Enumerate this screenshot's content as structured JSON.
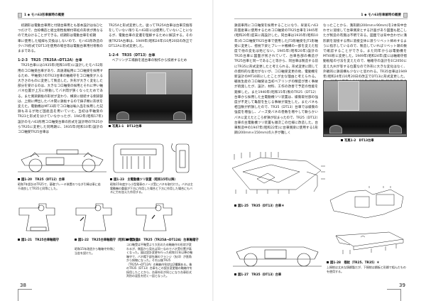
{
  "spread": {
    "left_page": {
      "header": {
        "chapter": "1 ◆ モハ63形車解時の概要"
      },
      "page_number": "38",
      "col1": {
        "paragraphs": [
          "初期形は電動台車用と付随台車用とも基本設計は似ひとつだけで、台枠構造と組立剛性板類付帯処の形状が異なるので見分けることができる。初期形は電動台車を初期"
        ],
        "cont_lines": "車に使用した経緯も交換はしないので、モハ63形改造のクハ79形式でDT13を使用の場合等は電動台車用付帯製のままである。",
        "section_heading": "1-2-3　TR25（TR25A→DT12A）台車",
        "section_text": "TR25台車には1935年(昭和10年)に設計したモハ52形用のコロ軸受台車があり、高速運転用にコロ軸受を採用するため、平軸受けのTR23台車の軸箱守をコロ軸受が入る大きさのものに変更して製造した。外形が大きく変化した部分を受けるのは、大きなコロ軸受の採用とそれに伴い軸バネ位置が上方に移動してバネ間が狭くなったためである。また側梁鋼板の形状が変わり、横梁に接続する側梁部は、上側に押出したバネ間に鉄板するので鋳子類に形状を変えた。電動機はMT33形でコロ軸は輸入品を採用した記録もあるが殆ど国産品を用いていた。当初は平軸受のTR23と形式を分けていなかったが、1942年(昭和17年)設計のモハ63形用コロ軸受台車の形式を設計時のTR25からTR35に変更した同時期に、1935年(昭和10年)設計のコロ軸受TR25台車は"
      },
      "col2": {
        "text": "TR25Aと形式変更した。従ってTR25A台車は台車交換等をしていない限りモハ63形には使用していないことになるが、電動台車の変遷を理解するために解説する。その後TR25A台車は、1949年(昭和24年)10月20日の改正でDT12Aに形式変更した。",
        "section_heading": "1-2-4　TR35（DT13）台車",
        "section_text": "ベアリング工場群を進台車の製作から技術するため"
      },
      "photo_caption": "写真1-1　DT12台車",
      "figures": [
        {
          "id": "fig-1-20",
          "caption": "図1-20　TR25（DT12）台車",
          "desc": "昭和7年設計のTR25で、基礎ブレーキ装置のつなぎ引棒は車に若干改良してTR35と同等にした。"
        },
        {
          "id": "fig-1-23",
          "caption": "図1-23　主電動機ツリ装置（昭和15年以降）",
          "desc": "昭和15年度から小型電車のノーズ受にバネを取付けた。バネは主電動機の重量が下方に作用した場合と下方に作用した場合にもバネに力を加えた作用する。"
        },
        {
          "id": "fig-1-21",
          "caption": "図1-21　TR25台車軸箱守",
          "desc": ""
        },
        {
          "id": "fig-1-22",
          "caption": "図1-22　TR25台車軸箱守（昭和10年改造）",
          "desc": "昭和15年改造から軸箱守外側に当金を設けた。"
        },
        {
          "id": "fig-1-24",
          "caption": "図1-24　TR25（TR25A→DT12A）台車軸箱守",
          "desc": "コロ軸受は平軸受より大形のため軸箱守の形状が変わるが、側面から見れば同一なのでバネ受位置が高くなった。図は設計変更を行った昭和11年以降の軸箱守で、バネ帽下部先端のフランジ（矢印）が直角から斜線になった。それ以後TR25（TR25A→DT12A）の軸箱守形状は2種類ある。後のTR35（DT13）台車もこの設計変更後の軸箱守を採用したことから、台車外形が同じになり台車形式判別の混乱を招く一因となった。"
        }
      ]
    },
    "right_page": {
      "header": {
        "chapter": "1 ◆ モハ63形車解時の概要"
      },
      "page_number": "39",
      "col1": {
        "text": "鉄道車両にコロ軸受を採用することになり、早速モハ63形量産車に使用するためコロ軸受のTR25台車を1945年(昭和20年)度末に再設計した。同台車は1935年(昭和10年)のコロ軸受TR25台車で使用したJT3形軸受をJT1形軸受に変更し、揺枕下梁とブレーキ機構の一部を変えた程度で他の変化は殆どない。1945年(昭和20年)設計のTR35台車に図面が残されていて、台車各部の構造がTR25台車と同一であること等から、同台車は製造する前にTR35に形式変更したと考えられる。形式変更に関しての資料的な裏付がないが、コロ軸受変更の他、電動機を新設計のMT30形にしたことが主な理由と考えられる。戦後生産のコロ軸受は当初ベアリングの精度が悪く事故が続発したが、設計、材料、工作の改善で予定の性能を発揮した。また1940年(昭和15年)製のTR25（DT12）台車から採用した主電動機ツリ装置は、緩衝取付部の強度が不足して亀裂を生じる事故が発生した。またバネも相当数が折損したので、TR35（DT13）台車では緩衝の強度を増強し、ノーズ受バネの巻数を増やして軟らかいバネに変えたところ折損が収まったので、TR25（DT12）台車の主電動機ツリ装置も順次この仕様に改造した。台車製造中の1947年(昭和22年)に台車側梁に使用する1形鋼(200mm×150mm)の入手が難しく"
      },
      "col2": {
        "text": "なったことから、溝形鋼(200mm×90mm)を2本背中合わせに溶接して台車側梁とする計画があり図面も起こしたが製造の有無は不明である。図面では背中合わせに溝形鋼を溶接する際に溶接全体に渡りリベット締めするように指示しているので、製造していればリベット頭の数で確認することができる。また同年からは電動機をMT40形に変更した。1949年(昭和24年)度には軸箱守摺動板経の寸法を変えたので、軸箱守の設計をEC2050に変え九州が等する位置なので外形に大きな変化はなく、外観的に鉄道構も少ないと思われる。TR35台車は1949年(昭和24年)10月20日の改正でDT13に形式変更した。モハ63形が使用する1935年(昭和10年)製コロ軸受のTR25台車は、TR25→TR25A→DT12A、モハ63形が"
      },
      "photo_caption": "写真1-2　DT13台車",
      "figures": [
        {
          "id": "fig-1-25",
          "caption": "図1-25　TR35（DT13）台車＊",
          "desc": ""
        },
        {
          "id": "fig-1-26",
          "caption": "",
          "desc": ""
        },
        {
          "id": "fig-1-27",
          "caption": "図1-27　TR35（DT13）台車",
          "desc": ""
        },
        {
          "id": "fig-1-28",
          "caption": "図1-28　揺枕（TR25、TR35）＊",
          "desc": "上揺枕は丈夫な鋳鋼製だが、下揺枕は鋼板と形鋼で組んだものを使用する。"
        }
      ]
    }
  },
  "colors": {
    "page_bg": "#ffffff",
    "text": "#1a1a1a",
    "rule": "#b0b0b0",
    "header_square": "#cfcfcf"
  }
}
